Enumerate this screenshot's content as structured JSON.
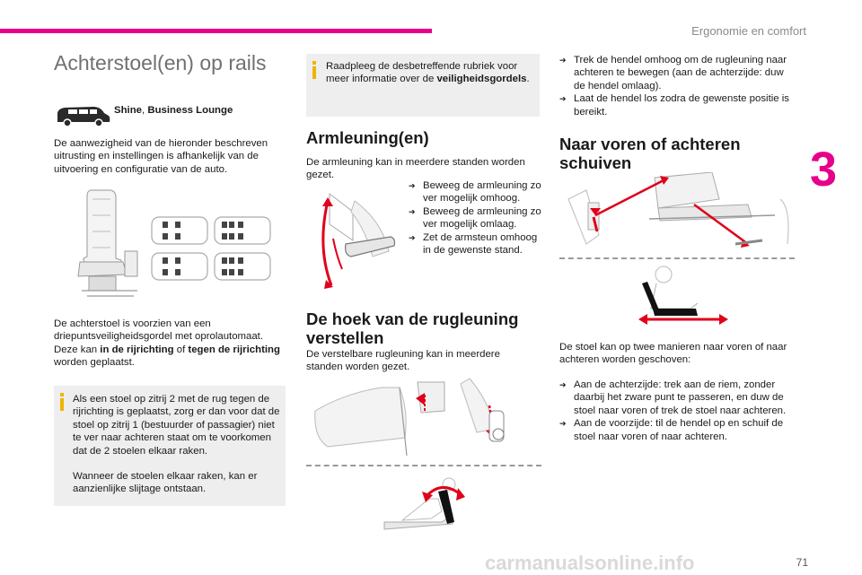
{
  "header": {
    "section": "Ergonomie en comfort",
    "chapter": "3",
    "page_number": "71",
    "watermark": "carmanualsonline.info"
  },
  "col1": {
    "title": "Achterstoel(en) op rails",
    "versions": "Shine, Business Lounge",
    "versions_a": "Shine",
    "versions_b": ", ",
    "versions_c": "Business Lounge",
    "intro": "De aanwezigheid van de hieronder beschreven uitrusting en instellingen is afhankelijk van de uitvoering en configuratie van de auto.",
    "belt_1": "De achterstoel is voorzien van een driepuntsveiligheidsgordel met oprolautomaat. Deze kan ",
    "belt_b1": "in de rijrichting",
    "belt_2": " of ",
    "belt_b2": "tegen de rijrichting",
    "belt_3": " worden geplaatst.",
    "note_1": "Als een stoel op zitrij 2 met de rug tegen de rijrichting is geplaatst, zorg er dan voor dat de stoel op zitrij 1 (bestuurder of passagier) niet te ver naar achteren staat om te voorkomen dat de 2 stoelen elkaar raken.",
    "note_2": "Wanneer de stoelen elkaar raken, kan er aanzienlijke slijtage ontstaan."
  },
  "col2": {
    "note_text": "Raadpleeg de desbetreffende rubriek voor meer informatie over de ",
    "note_bold": "veiligheidsgordels",
    "note_end": ".",
    "armrest_title": "Armleuning(en)",
    "armrest_intro": "De armleuning kan in meerdere standen worden gezet.",
    "armrest_steps": [
      "Beweeg de armleuning zo ver mogelijk omhoog.",
      "Beweeg de armleuning zo ver mogelijk omlaag.",
      "Zet de armsteun omhoog in de gewenste stand."
    ],
    "backrest_title": "De hoek van de rugleuning verstellen",
    "backrest_intro": "De verstelbare rugleuning kan in meerdere standen worden gezet."
  },
  "col3": {
    "steps": [
      "Trek de hendel omhoog om de rugleuning naar achteren te bewegen (aan de achterzijde: duw de hendel omlaag).",
      "Laat de hendel los zodra de gewenste positie is bereikt."
    ],
    "slide_title": "Naar voren of achteren schuiven",
    "slide_intro": "De stoel kan op twee manieren naar voren of naar achteren worden geschoven:",
    "slide_steps": [
      "Aan de achterzijde: trek aan de riem, zonder daarbij het zware punt te passeren, en duw de stoel naar voren of trek de stoel naar achteren.",
      "Aan de voorzijde: til de hendel op en schuif de stoel naar voren of naar achteren."
    ]
  },
  "colors": {
    "accent": "#e6008a",
    "arrow": "#e0001a",
    "info_icon": "#f0b400",
    "note_bg": "#eeeeee"
  }
}
